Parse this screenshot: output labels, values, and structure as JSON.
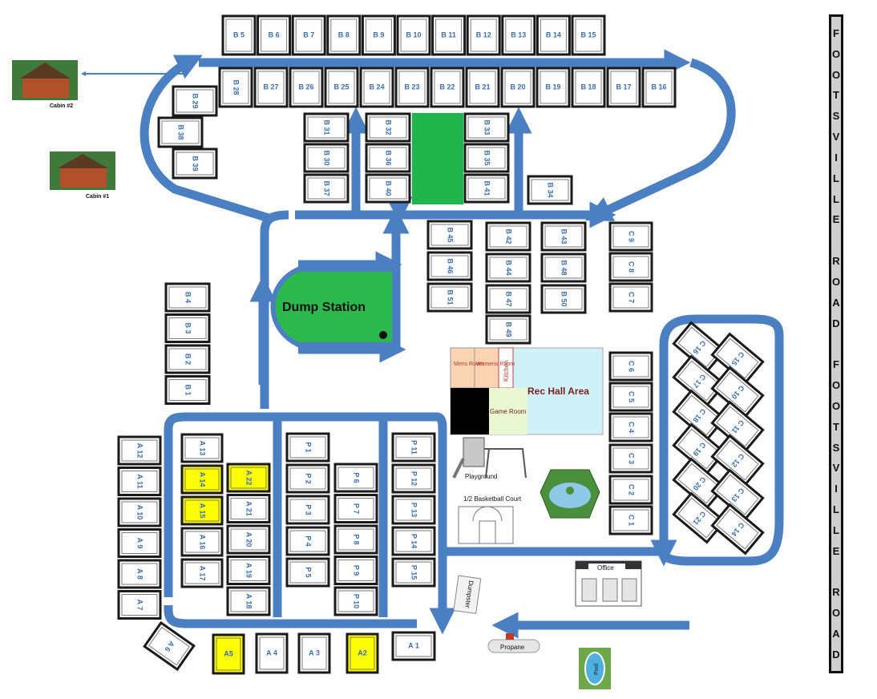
{
  "road_label": "FOOTSVILLE ROAD FOOTSVILLE ROAD",
  "cabin2_label": "Cabin #2",
  "cabin1_label": "Cabin #1",
  "dump_station_label": "Dump Station",
  "rec_hall": {
    "title": "Rec Hall Area",
    "mens": "Mens Room",
    "womens": "Womens Room",
    "kitchen": "Kitchen",
    "game": "Game Room"
  },
  "playground_label": "Playground",
  "basketball_label": "1/2 Basketball Court",
  "office_label": "Office",
  "dumpster_label": "Dumpster",
  "propane_label": "Propane",
  "pool_label": "Pool",
  "colors": {
    "road": "#4a7fc1",
    "grass": "#2db84d",
    "highlight": "#ffff00",
    "site_text": "#3a6fb0"
  },
  "highlighted_sites": [
    "A 14",
    "A 22",
    "A 15",
    "A5",
    "A2"
  ],
  "sites": {
    "b_top_row": [
      "B 5",
      "B 6",
      "B 7",
      "B 8",
      "B 9",
      "B 10",
      "B 11",
      "B 12",
      "B 13",
      "B 14",
      "B 15"
    ],
    "b_second_row": [
      "B 28",
      "B 27",
      "B 26",
      "B 25",
      "B 24",
      "B 23",
      "B 22",
      "B 21",
      "B 20",
      "B 19",
      "B 18",
      "B 17",
      "B 16"
    ],
    "b_left": [
      "B 29",
      "B 38",
      "B 39"
    ],
    "b_center_left": [
      "B 31",
      "B 30",
      "B 37"
    ],
    "b_center_mid": [
      "B 32",
      "B 36",
      "B 40"
    ],
    "b_center_right": [
      "B 33",
      "B 35",
      "B 41"
    ],
    "b_34": "B 34",
    "b_upper_mid": [
      "B 45",
      "B 46",
      "B 51",
      "B 42",
      "B 44",
      "B 47",
      "B 49",
      "B 43",
      "B 48",
      "B 50"
    ],
    "b_left_column": [
      "B 4",
      "B 3",
      "B 2",
      "B 1"
    ],
    "c_column": [
      "C 9",
      "C 8",
      "C 7",
      "C 6",
      "C 5",
      "C 4",
      "C 3",
      "C 2",
      "C 1"
    ],
    "c_loop": [
      "C 16",
      "C 15",
      "C 17",
      "C 10",
      "C 18",
      "C 11",
      "C 19",
      "C 12",
      "C 20",
      "C 13",
      "C 21",
      "C 14"
    ],
    "a_left": [
      "A 12",
      "A 11",
      "A 10",
      "A 9",
      "A 8",
      "A 7"
    ],
    "a_mid_left": [
      "A 13",
      "A 14",
      "A 15",
      "A 16",
      "A 17"
    ],
    "a_mid_right": [
      "A 22",
      "A 21",
      "A 20",
      "A 19",
      "A 18"
    ],
    "p_left": [
      "P 1",
      "P 2",
      "P 3",
      "P 4",
      "P 5"
    ],
    "p_mid": [
      "P 6",
      "P 7",
      "P 8",
      "P 9",
      "P 10"
    ],
    "p_right": [
      "P 11",
      "P 12",
      "P 13",
      "P 14",
      "P 15"
    ],
    "a_bottom": [
      "A 6",
      "A5",
      "A 4",
      "A 3",
      "A2",
      "A 1"
    ]
  }
}
